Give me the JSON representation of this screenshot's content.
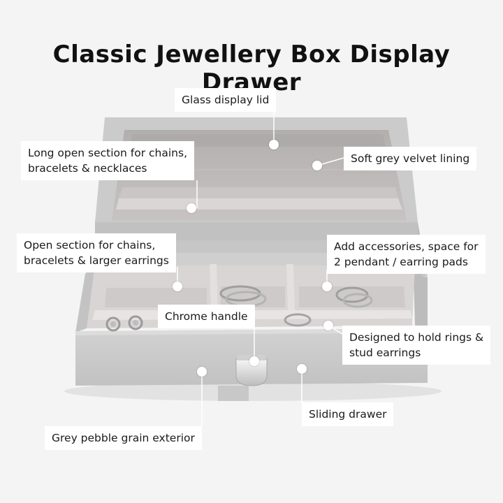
{
  "title": "Classic Jewellery Box Display Drawer",
  "colors": {
    "background": "#f4f4f4",
    "exterior": "#c9c9c9",
    "velvet": "#d6d3d2",
    "callout_bg": "#ffffff",
    "chrome": "#e8e8e8"
  },
  "callouts": {
    "glass_lid": {
      "line1": "Glass display lid"
    },
    "long_section": {
      "line1": "Long open section for chains,",
      "line2": "bracelets & necklaces"
    },
    "velvet_lining": {
      "line1": "Soft grey velvet lining"
    },
    "open_section": {
      "line1": "Open section for chains,",
      "line2": "bracelets & larger earrings"
    },
    "accessories": {
      "line1": "Add accessories, space for",
      "line2": "2 pendant / earring pads"
    },
    "chrome_handle": {
      "line1": "Chrome handle"
    },
    "rings_studs": {
      "line1": "Designed to hold rings &",
      "line2": "stud earrings"
    },
    "sliding_drawer": {
      "line1": "Sliding drawer"
    },
    "exterior": {
      "line1": "Grey pebble grain exterior"
    }
  }
}
